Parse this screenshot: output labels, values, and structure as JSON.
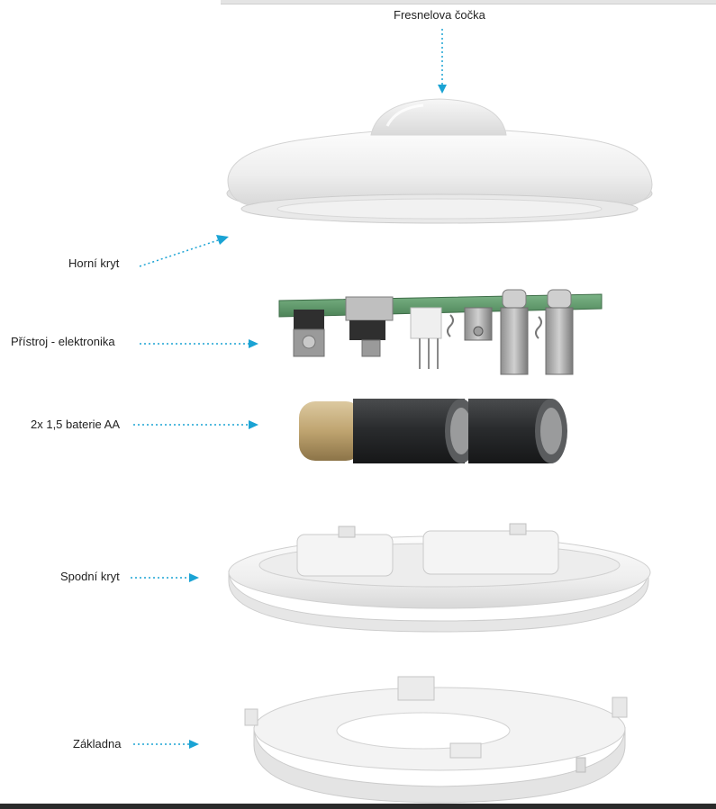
{
  "labels": {
    "lens": "Fresnelova čočka",
    "top_cover": "Horní kryt",
    "electronics": "Přístroj -  elektronika",
    "batteries": "2x 1,5 baterie AA",
    "bottom_cover": "Spodní kryt",
    "base": "Základna"
  },
  "colors": {
    "arrow": "#1aa3d4",
    "pcb": "#5f9b6a",
    "plastic": "#f2f2f2",
    "battery_dark": "#2b2d2f",
    "battery_gold": "#c2a877",
    "text": "#222222"
  }
}
